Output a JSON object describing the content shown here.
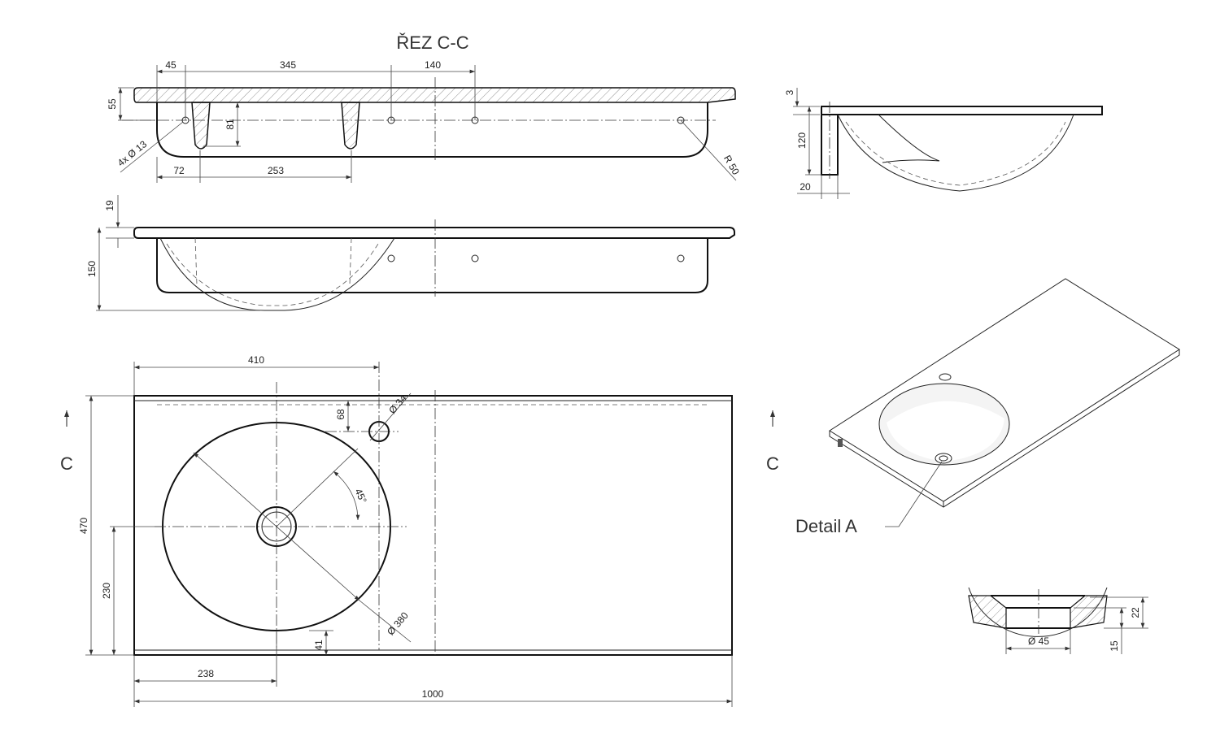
{
  "section": {
    "title": "ŘEZ C-C",
    "dims": {
      "d45": "45",
      "d345": "345",
      "d140": "140",
      "d55": "55",
      "d81": "81",
      "d72": "72",
      "d253": "253",
      "holes": "4x Ø 13",
      "radius": "R 50"
    }
  },
  "front": {
    "dims": {
      "d19": "19",
      "d150": "150"
    }
  },
  "side": {
    "dims": {
      "d3": "3",
      "d120": "120",
      "d20": "20"
    }
  },
  "plan": {
    "dims": {
      "d410": "410",
      "d68": "68",
      "tap": "Ø 34",
      "angle": "45°",
      "bowl": "Ø 380",
      "d470": "470",
      "d230": "230",
      "d41": "41",
      "d238": "238",
      "d1000": "1000"
    },
    "section_mark_left": "C",
    "section_mark_right": "C"
  },
  "iso": {
    "detail_label": "Detail A"
  },
  "detail": {
    "drain": "Ø 45",
    "d22": "22",
    "d15": "15"
  }
}
